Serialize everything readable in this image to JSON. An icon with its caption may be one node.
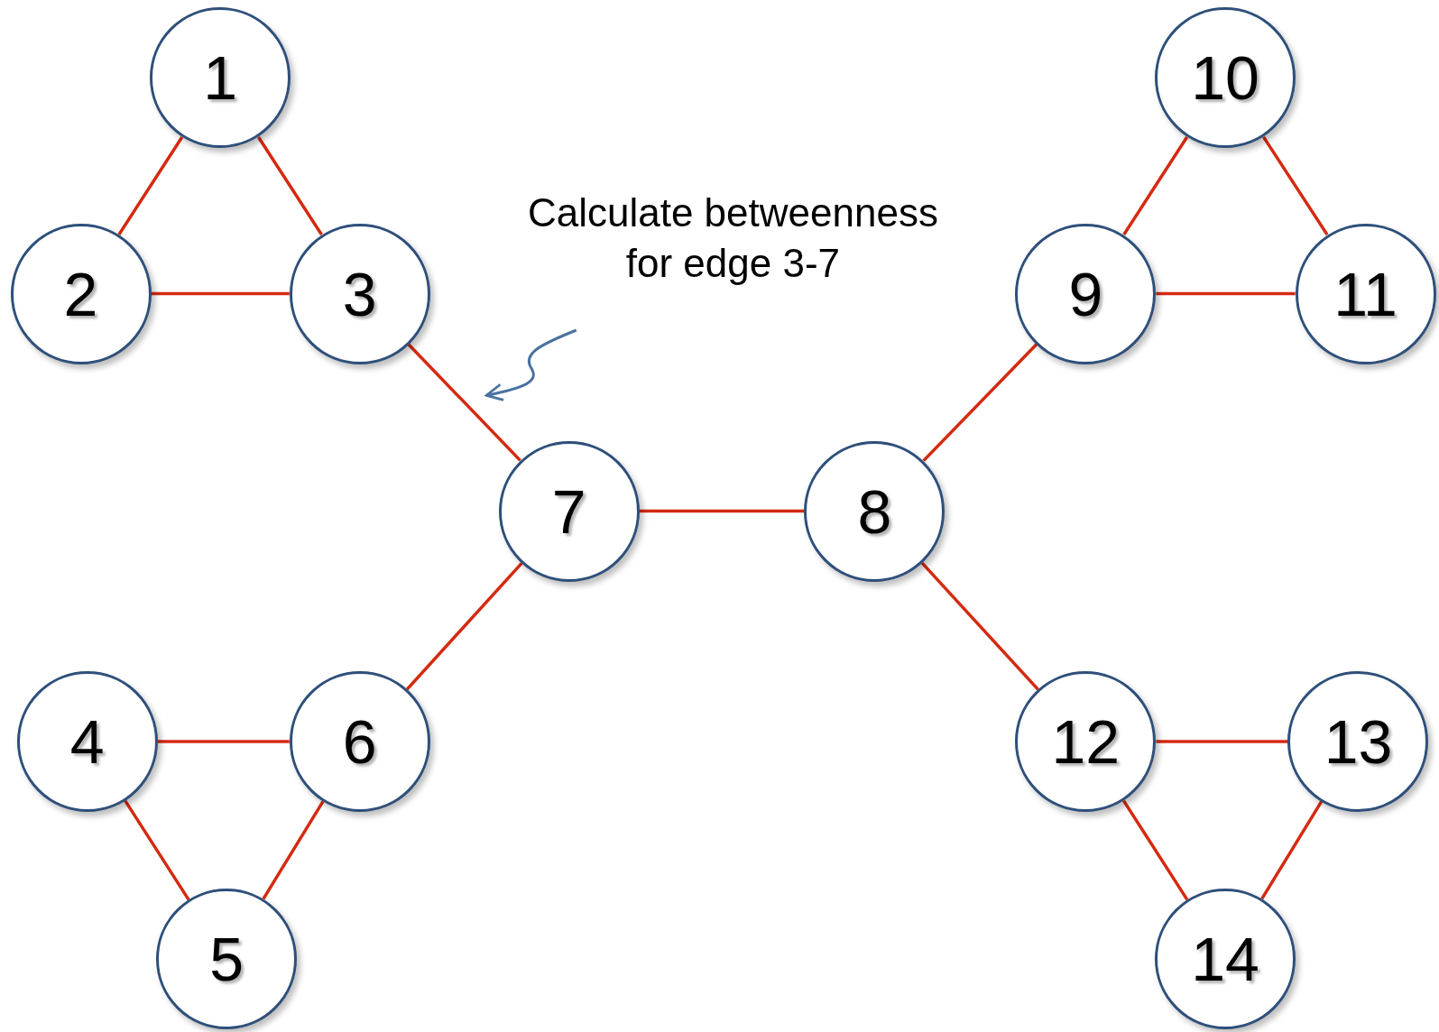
{
  "diagram": {
    "nodes": [
      {
        "text": [
          "1"
        ]
      },
      {
        "text": [
          "2"
        ]
      },
      {
        "text": [
          "3"
        ]
      },
      {
        "text": [
          "4"
        ]
      },
      {
        "text": [
          "5"
        ]
      },
      {
        "text": [
          "6"
        ]
      },
      {
        "text": [
          "7"
        ]
      },
      {
        "text": [
          "8"
        ]
      },
      {
        "text": [
          "9"
        ]
      },
      {
        "text": [
          "10"
        ]
      },
      {
        "text": [
          "11"
        ]
      },
      {
        "text": [
          "12"
        ]
      },
      {
        "text": [
          "13"
        ]
      },
      {
        "text": [
          "14"
        ]
      },
      {
        "text": [
          "Calculate betweenness for edge 3-7"
        ]
      }
    ],
    "edges": [
      {
        "from": 0,
        "to": 1,
        "arrow": "none"
      },
      {
        "from": 0,
        "to": 2,
        "arrow": "none"
      },
      {
        "from": 1,
        "to": 2,
        "arrow": "none"
      },
      {
        "from": 2,
        "to": 6,
        "arrow": "none"
      },
      {
        "from": 6,
        "to": 7,
        "arrow": "none"
      },
      {
        "from": 6,
        "to": 5,
        "arrow": "none"
      },
      {
        "from": 3,
        "to": 5,
        "arrow": "none"
      },
      {
        "from": 3,
        "to": 4,
        "arrow": "none"
      },
      {
        "from": 5,
        "to": 4,
        "arrow": "none"
      },
      {
        "from": 7,
        "to": 8,
        "arrow": "none"
      },
      {
        "from": 8,
        "to": 9,
        "arrow": "none"
      },
      {
        "from": 9,
        "to": 10,
        "arrow": "none"
      },
      {
        "from": 8,
        "to": 10,
        "arrow": "none"
      },
      {
        "from": 7,
        "to": 11,
        "arrow": "none"
      },
      {
        "from": 11,
        "to": 12,
        "arrow": "none"
      },
      {
        "from": 11,
        "to": 13,
        "arrow": "none"
      },
      {
        "from": 12,
        "to": 13,
        "arrow": "none"
      },
      {
        "from": 14,
        "to": null,
        "arrow": "to",
        "color": "#4a72a0"
      }
    ]
  }
}
